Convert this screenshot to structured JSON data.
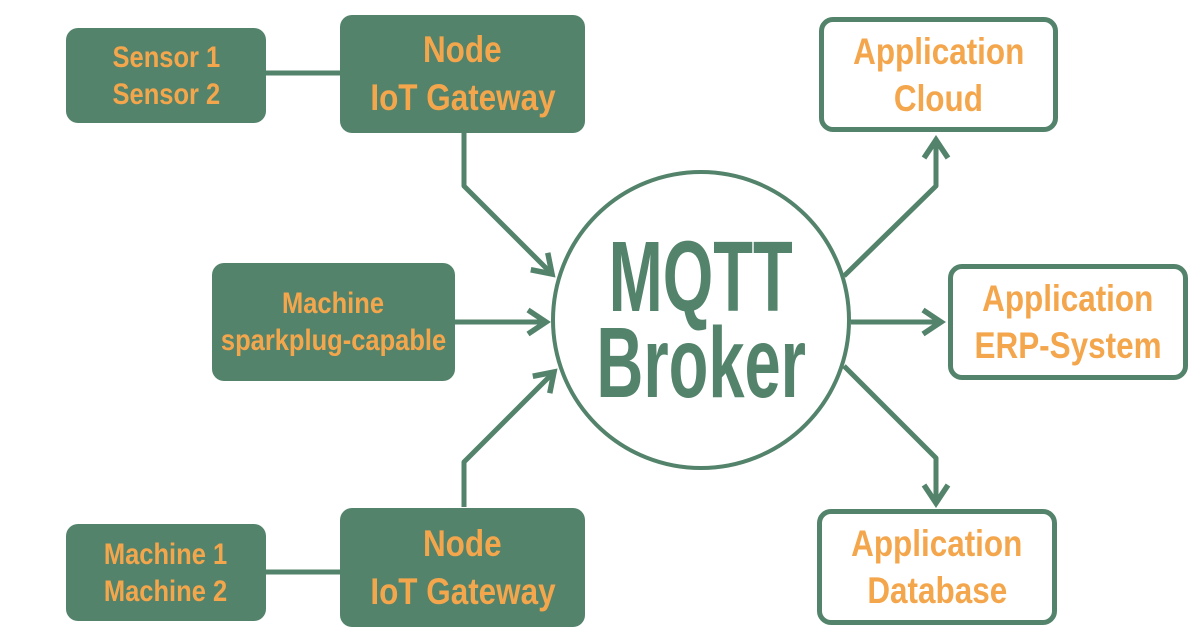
{
  "colors": {
    "green": "#53836B",
    "orange": "#F4A64C",
    "background": "#FFFFFF"
  },
  "nodes": {
    "sensors": {
      "line1": "Sensor 1",
      "line2": "Sensor 2"
    },
    "gateway_top": {
      "line1": "Node",
      "line2": "IoT Gateway"
    },
    "machine_sparkplug": {
      "line1": "Machine",
      "line2": "sparkplug-capable"
    },
    "machines": {
      "line1": "Machine 1",
      "line2": "Machine 2"
    },
    "gateway_bottom": {
      "line1": "Node",
      "line2": "IoT Gateway"
    },
    "broker": {
      "line1": "MQTT",
      "line2": "Broker"
    },
    "app_cloud": {
      "line1": "Application",
      "line2": "Cloud"
    },
    "app_erp": {
      "line1": "Application",
      "line2": "ERP-System"
    },
    "app_database": {
      "line1": "Application",
      "line2": "Database"
    }
  },
  "edges": [
    {
      "from": "sensors",
      "to": "gateway_top",
      "arrow": false
    },
    {
      "from": "machines",
      "to": "gateway_bottom",
      "arrow": false
    },
    {
      "from": "gateway_top",
      "to": "broker",
      "arrow": true
    },
    {
      "from": "machine_sparkplug",
      "to": "broker",
      "arrow": true
    },
    {
      "from": "gateway_bottom",
      "to": "broker",
      "arrow": true
    },
    {
      "from": "broker",
      "to": "app_cloud",
      "arrow": true
    },
    {
      "from": "broker",
      "to": "app_erp",
      "arrow": true
    },
    {
      "from": "broker",
      "to": "app_database",
      "arrow": true
    }
  ]
}
